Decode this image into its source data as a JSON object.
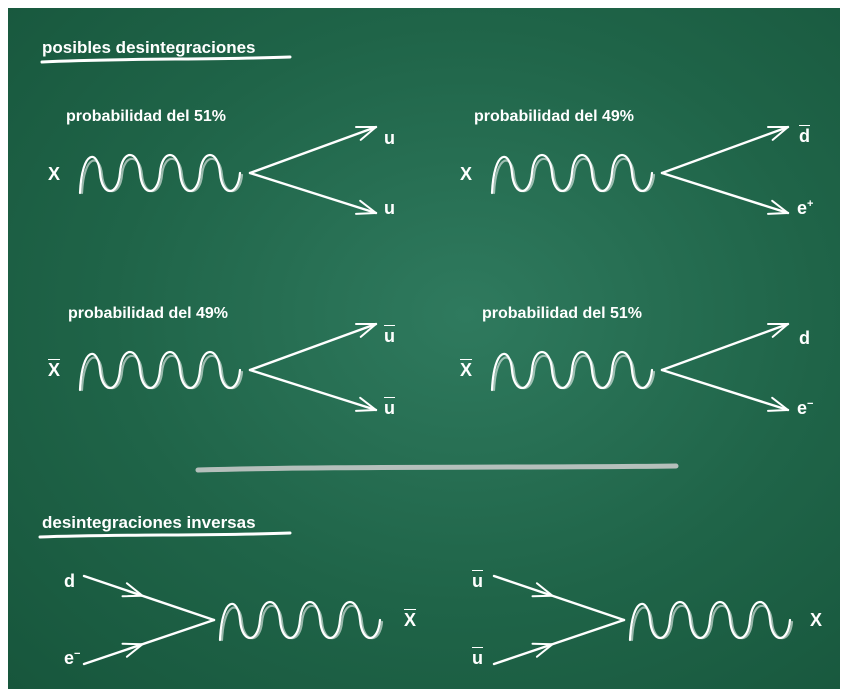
{
  "headings": {
    "decays": "posibles desintegraciones",
    "inverse": "desintegraciones inversas"
  },
  "panels": [
    {
      "probability": "probabilidad del 51%",
      "parent": "X",
      "parent_bar": false,
      "out_top": "u",
      "out_top_bar": false,
      "out_bottom": "u",
      "out_bottom_bar": false
    },
    {
      "probability": "probabilidad del 49%",
      "parent": "X",
      "parent_bar": false,
      "out_top": "d",
      "out_top_bar": true,
      "out_bottom": "e",
      "out_bottom_sup": "+",
      "out_bottom_bar": false
    },
    {
      "probability": "probabilidad del 49%",
      "parent": "X",
      "parent_bar": true,
      "out_top": "u",
      "out_top_bar": true,
      "out_bottom": "u",
      "out_bottom_bar": true
    },
    {
      "probability": "probabilidad del 51%",
      "parent": "X",
      "parent_bar": true,
      "out_top": "d",
      "out_top_bar": false,
      "out_bottom": "e",
      "out_bottom_sup": "−",
      "out_bottom_bar": false
    }
  ],
  "inverse": [
    {
      "in_top": "d",
      "in_top_bar": false,
      "in_bottom": "e",
      "in_bottom_sup": "−",
      "in_bottom_bar": false,
      "product": "X",
      "product_bar": true
    },
    {
      "in_top": "u",
      "in_top_bar": true,
      "in_bottom": "u",
      "in_bottom_bar": true,
      "product": "X",
      "product_bar": false
    }
  ],
  "colors": {
    "board": "#1f6448",
    "chalk": "#ffffff"
  }
}
